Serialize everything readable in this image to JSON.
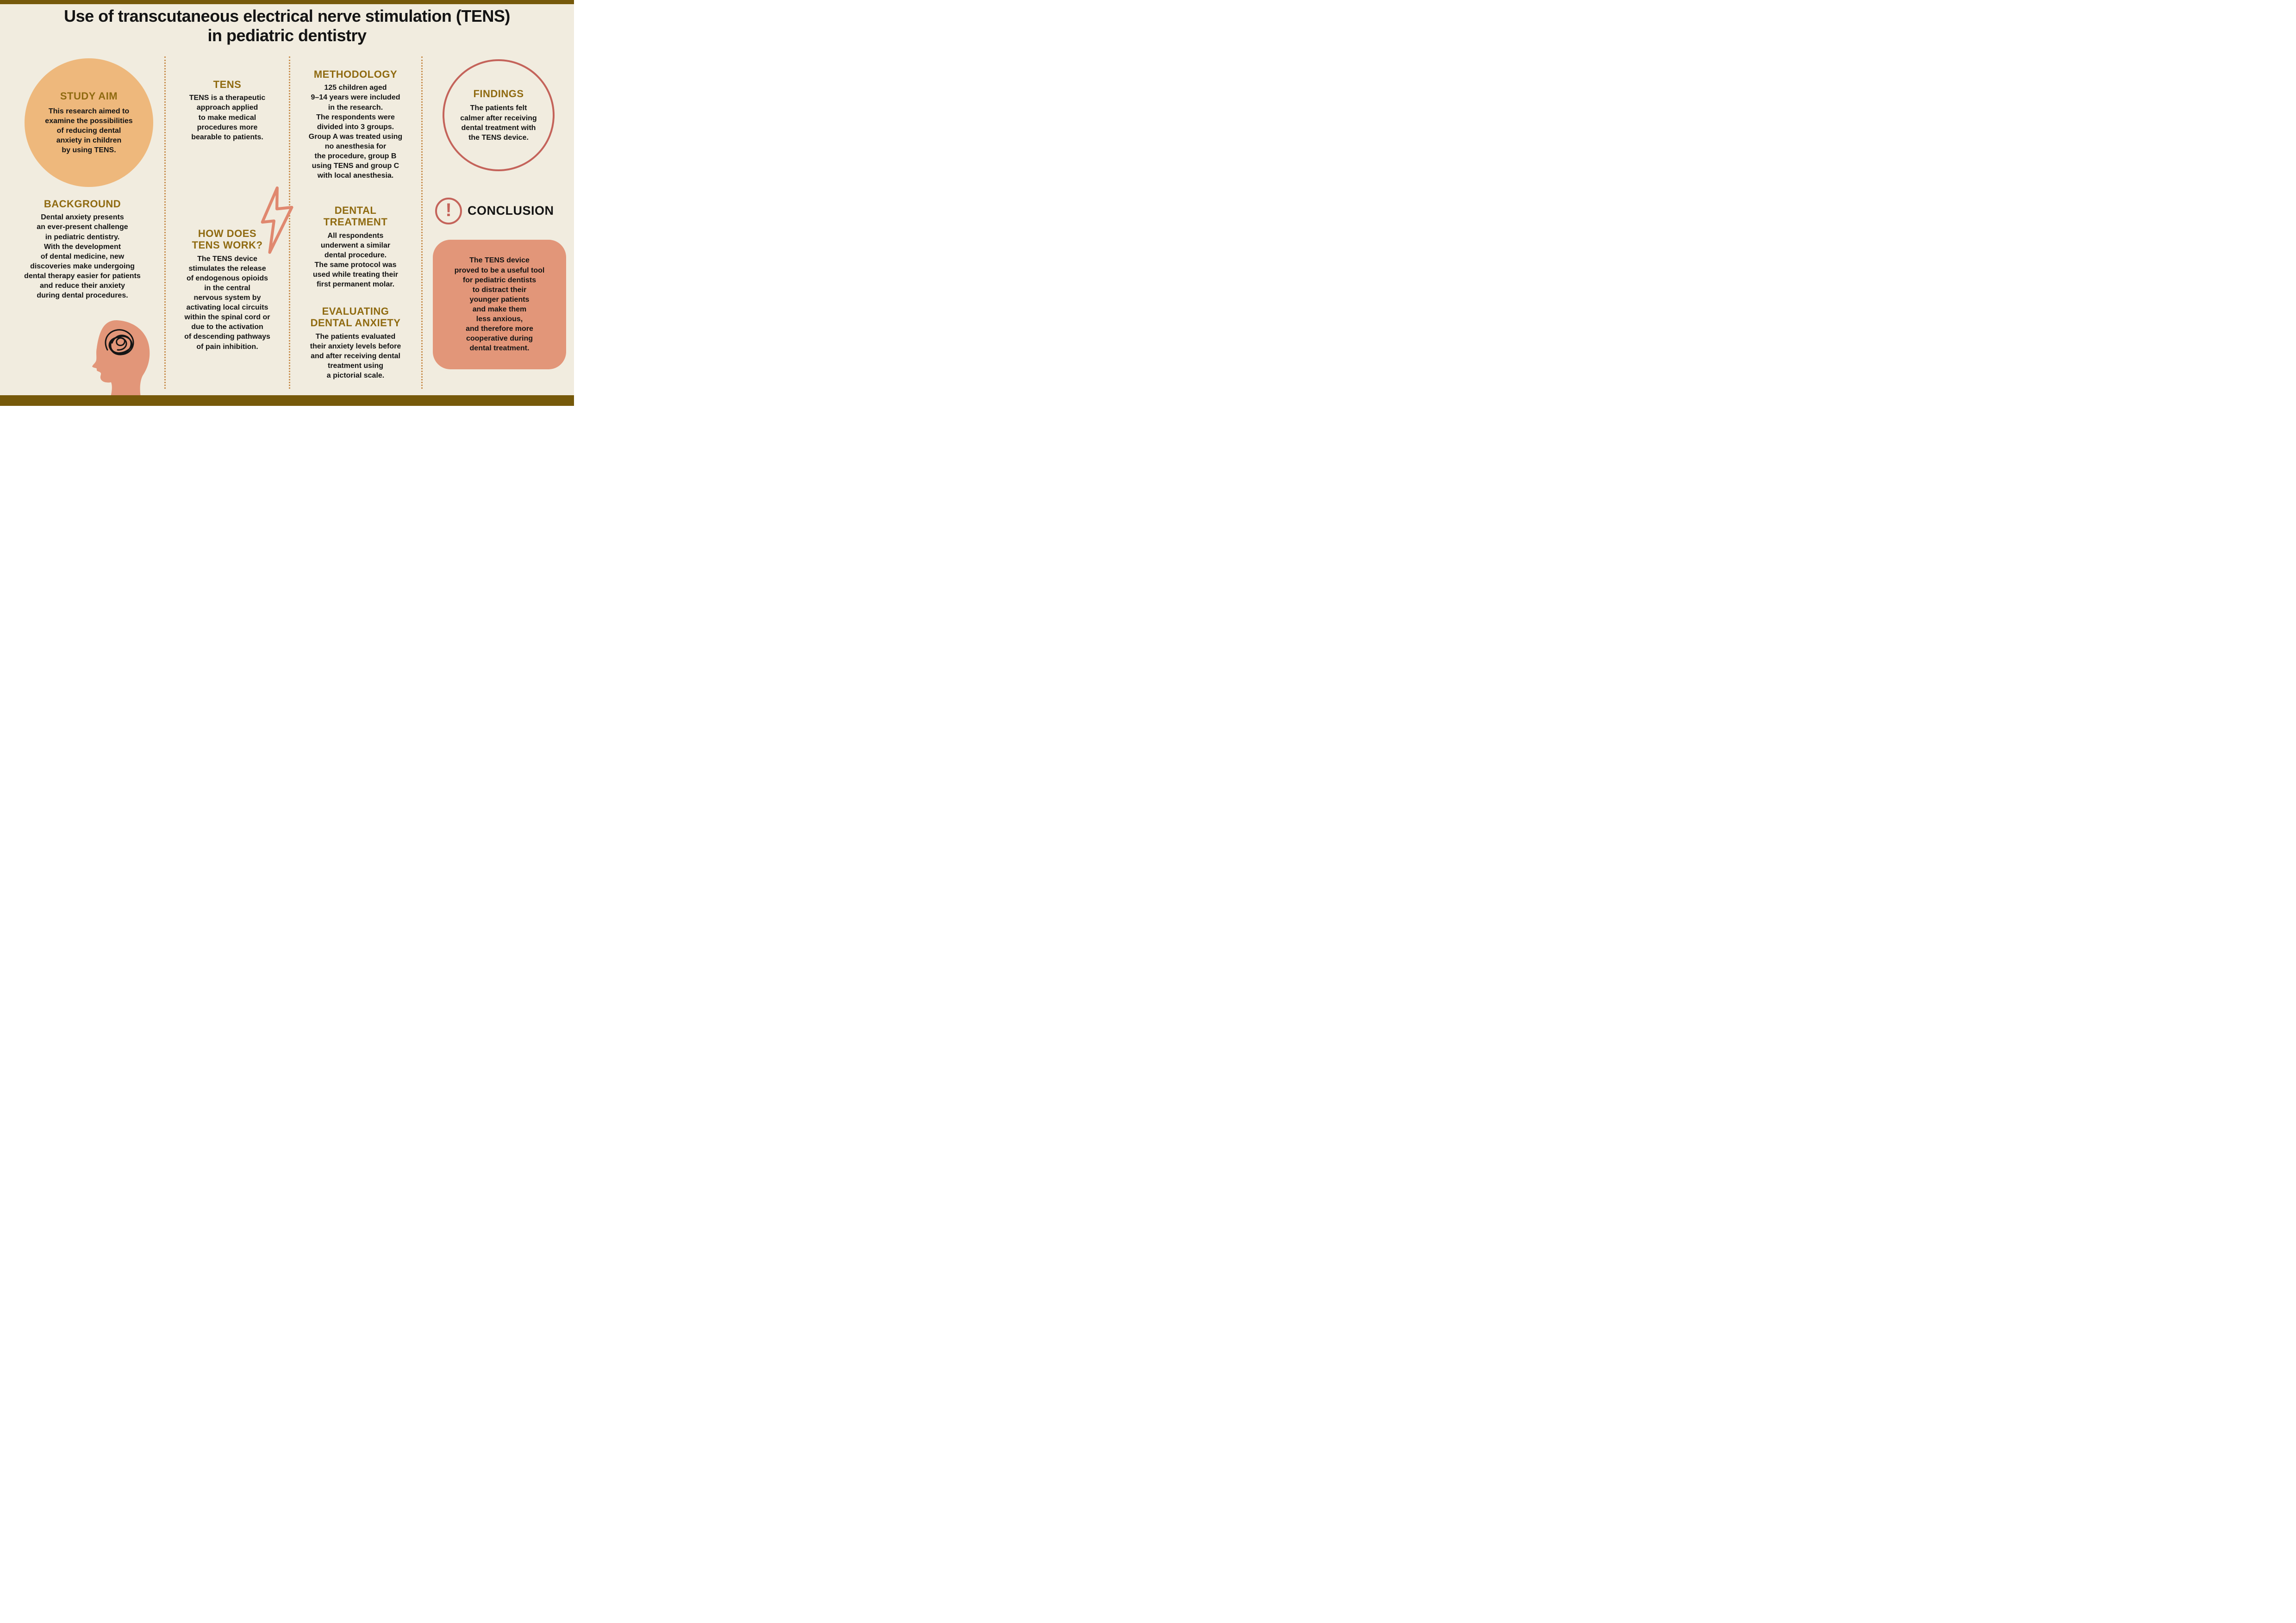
{
  "title": "Use of transcutaneous electrical nerve stimulation (TENS)\nin pediatric dentistry",
  "columns": {
    "left": {
      "study_aim": {
        "heading": "STUDY AIM",
        "body": "This research aimed to\nexamine the possibilities\nof reducing dental\nanxiety in children\nby using TENS."
      },
      "background": {
        "heading": "BACKGROUND",
        "body": "Dental anxiety presents\nan ever-present challenge\nin pediatric dentistry.\nWith the development\nof dental medicine, new\ndiscoveries make undergoing\ndental therapy easier for patients\nand reduce their anxiety\nduring dental procedures."
      }
    },
    "center_left": {
      "tens": {
        "heading": "TENS",
        "body": "TENS is a therapeutic\napproach applied\nto make medical\nprocedures more\nbearable to patients."
      },
      "how_tens_works": {
        "heading": "HOW DOES\nTENS WORK?",
        "body": "The TENS device\nstimulates the release\nof endogenous opioids\nin the central\nnervous system by\nactivating local circuits\nwithin the spinal cord or\ndue to the activation\nof descending pathways\nof pain inhibition."
      }
    },
    "center_right": {
      "methodology": {
        "heading": "METHODOLOGY",
        "body": "125 children aged\n9–14 years were included\nin the research.\nThe respondents were\ndivided into 3 groups.\nGroup A was treated using\nno anesthesia for\nthe procedure, group B\nusing TENS and group C\nwith local anesthesia."
      },
      "dental_treatment": {
        "heading": "DENTAL\nTREATMENT",
        "body": "All respondents\nunderwent a similar\ndental procedure.\nThe same protocol was\nused while treating their\nfirst permanent molar."
      },
      "evaluating_dental_anxiety": {
        "heading": "EVALUATING\nDENTAL ANXIETY",
        "body": "The patients evaluated\ntheir anxiety levels before\nand after receiving dental\ntreatment using\na pictorial scale."
      }
    },
    "right": {
      "findings": {
        "heading": "FINDINGS",
        "body": "The patients felt\ncalmer after receiving\ndental treatment with\nthe TENS device."
      },
      "conclusion": {
        "heading": "CONCLUSION",
        "body": "The TENS device\nproved to be a useful tool\nfor pediatric dentists\nto distract their\nyounger patients\nand make them\nless anxious,\nand therefore more\ncooperative during\ndental treatment."
      }
    }
  },
  "icons": {
    "exclamation_icon": "!",
    "lightning_bolt_icon": "lightning-bolt-outline",
    "anxious_head_illustration": "head-profile-with-anxiety-scribble"
  },
  "colors": {
    "bar_olive": "#76590a",
    "heading_gold": "#8f6a10",
    "circle_orange": "#eeb87c",
    "salmon": "#e29679",
    "ring_red": "#c4635a",
    "bolt_salmon": "#e0886f",
    "divider_orange": "#c88f4f",
    "cream_bg": "#f1ecdf",
    "text_black": "#141414"
  }
}
